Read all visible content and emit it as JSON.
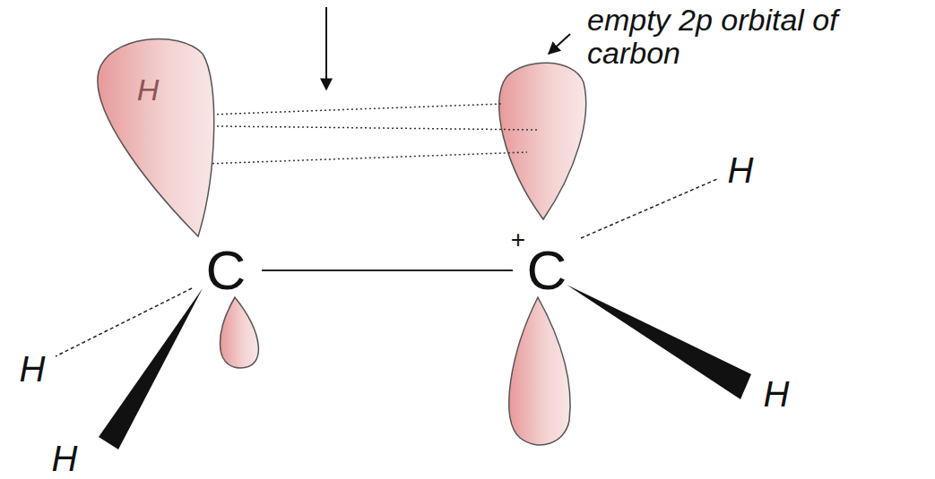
{
  "diagram": {
    "nodes": [
      {
        "text": [
          "H"
        ]
      }
    ],
    "labels": [
      "empty 2p orbital of carbon",
      "H",
      "+",
      "C",
      "C",
      "H",
      "H",
      "H"
    ]
  }
}
